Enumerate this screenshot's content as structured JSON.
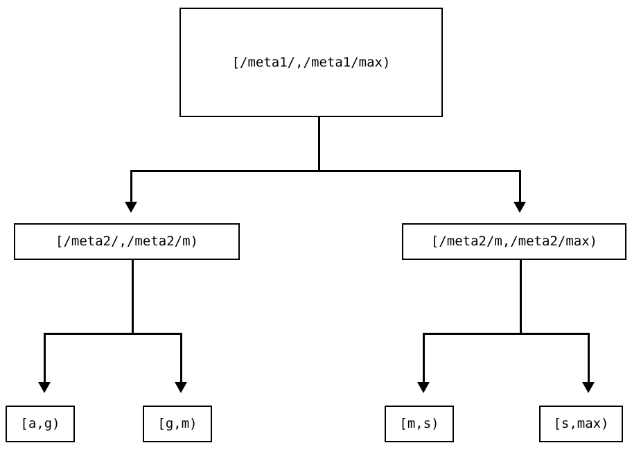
{
  "diagram": {
    "type": "tree",
    "orientation": "top-down",
    "edge_style": "orthogonal-elbow",
    "arrowhead": "filled-triangle-down",
    "colors": {
      "background": "#ffffff",
      "node_fill": "#ffffff",
      "node_border": "#000000",
      "edge": "#000000",
      "text": "#000000"
    },
    "nodes": {
      "root": {
        "label": "[/meta1/,/meta1/max)"
      },
      "mid_left": {
        "label": "[/meta2/,/meta2/m)"
      },
      "mid_right": {
        "label": "[/meta2/m,/meta2/max)"
      },
      "leaves": [
        {
          "label": "[a,g)"
        },
        {
          "label": "[g,m)"
        },
        {
          "label": "[m,s)"
        },
        {
          "label": "[s,max)"
        }
      ]
    },
    "edges": [
      {
        "from": "root",
        "to": "mid_left"
      },
      {
        "from": "root",
        "to": "mid_right"
      },
      {
        "from": "mid_left",
        "to": "leaf_0"
      },
      {
        "from": "mid_left",
        "to": "leaf_1"
      },
      {
        "from": "mid_right",
        "to": "leaf_2"
      },
      {
        "from": "mid_right",
        "to": "leaf_3"
      }
    ]
  }
}
